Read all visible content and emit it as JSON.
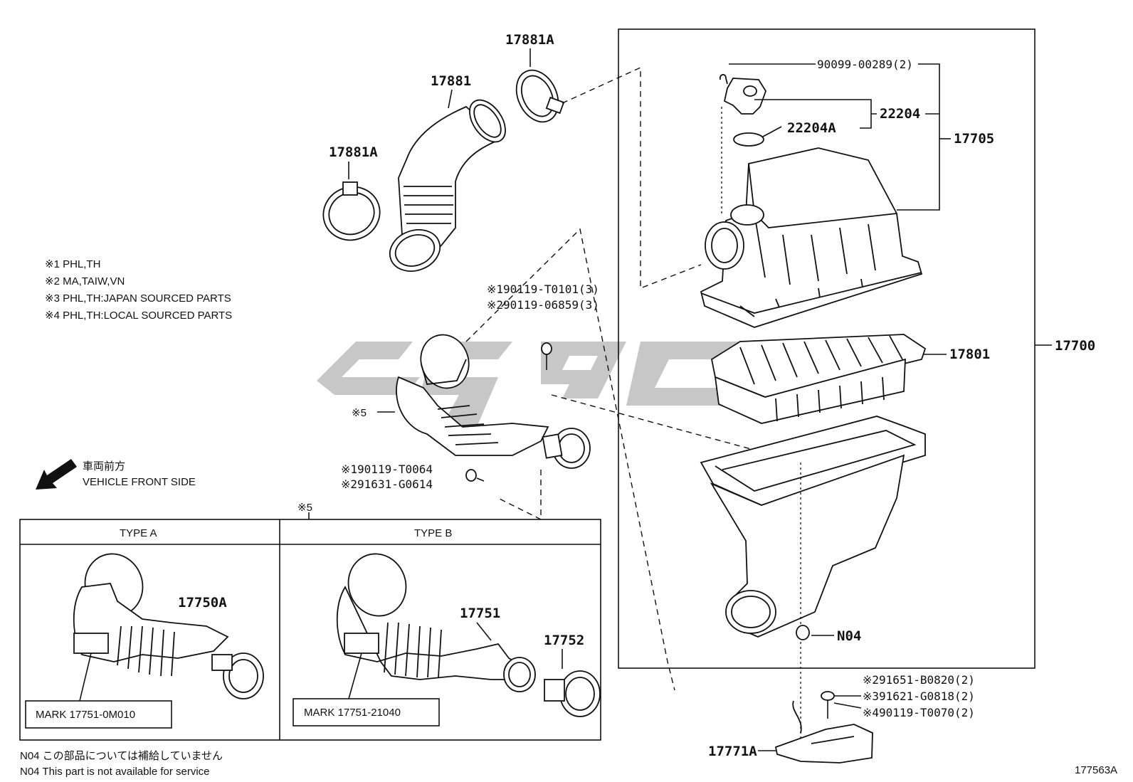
{
  "parts": {
    "p17881A_top": "17881A",
    "p17881": "17881",
    "p17881A_left": "17881A",
    "p90099": "90099-00289(2)",
    "p22204": "22204",
    "p22204A": "22204A",
    "p17705": "17705",
    "p17700": "17700",
    "p17801": "17801",
    "bolt1": "※190119-T0101(3)",
    "bolt2": "※290119-06859(3)",
    "mark5": "※5",
    "screw1": "※190119-T0064",
    "screw2": "※291631-G0614",
    "pN04": "N04",
    "bracket1": "※291651-B0820(2)",
    "bracket2": "※391621-G0818(2)",
    "bracket3": "※490119-T0070(2)",
    "p17771A": "17771A"
  },
  "notes": [
    "※1 PHL,TH",
    "※2 MA,TAIW,VN",
    "※3 PHL,TH:JAPAN SOURCED PARTS",
    "※4 PHL,TH:LOCAL SOURCED PARTS"
  ],
  "front": {
    "jp": "車両前方",
    "en": "VEHICLE FRONT SIDE"
  },
  "table": {
    "mark": "※5",
    "type_a": "TYPE A",
    "type_b": "TYPE B",
    "p17750A": "17750A",
    "p17751": "17751",
    "p17752": "17752",
    "mark_a": "MARK 17751-0M010",
    "mark_b": "MARK 17751-21040"
  },
  "footer": {
    "n04_jp": "N04  この部品については補給していません",
    "n04_en": "N04  This part is not available for service",
    "diagram_id": "177563A"
  }
}
